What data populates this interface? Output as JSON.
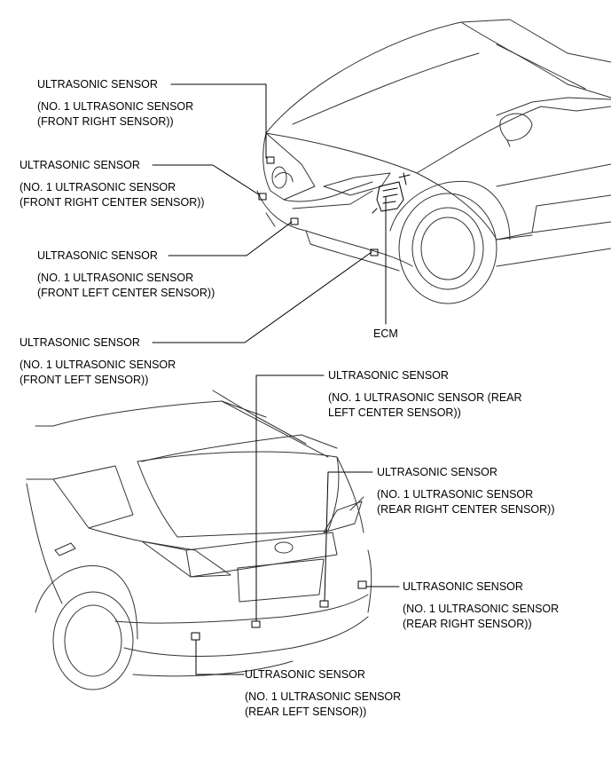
{
  "labels": {
    "front_right": {
      "name": "ULTRASONIC SENSOR",
      "l1": "(NO. 1 ULTRASONIC SENSOR",
      "l2": "(FRONT RIGHT SENSOR))"
    },
    "front_right_center": {
      "name": "ULTRASONIC SENSOR",
      "l1": "(NO. 1 ULTRASONIC SENSOR",
      "l2": "(FRONT RIGHT CENTER SENSOR))"
    },
    "front_left_center": {
      "name": "ULTRASONIC SENSOR",
      "l1": "(NO. 1 ULTRASONIC SENSOR",
      "l2": "(FRONT LEFT CENTER SENSOR))"
    },
    "front_left": {
      "name": "ULTRASONIC SENSOR",
      "l1": "(NO. 1 ULTRASONIC SENSOR",
      "l2": "(FRONT LEFT SENSOR))"
    },
    "ecm": {
      "name": "ECM"
    },
    "rear_left_center": {
      "name": "ULTRASONIC SENSOR",
      "l1": "(NO. 1 ULTRASONIC SENSOR (REAR",
      "l2": "LEFT CENTER SENSOR))"
    },
    "rear_right_center": {
      "name": "ULTRASONIC SENSOR",
      "l1": "(NO. 1 ULTRASONIC SENSOR",
      "l2": "(REAR RIGHT CENTER SENSOR))"
    },
    "rear_right": {
      "name": "ULTRASONIC SENSOR",
      "l1": "(NO. 1 ULTRASONIC SENSOR",
      "l2": "(REAR RIGHT SENSOR))"
    },
    "rear_left": {
      "name": "ULTRASONIC SENSOR",
      "l1": "(NO. 1 ULTRASONIC SENSOR",
      "l2": "(REAR LEFT SENSOR))"
    }
  }
}
